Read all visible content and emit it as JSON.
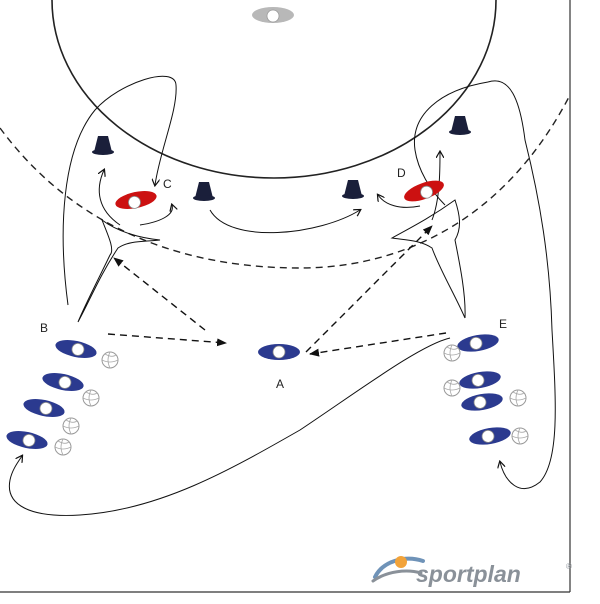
{
  "diagram": {
    "labels": {
      "A": "A",
      "B": "B",
      "C": "C",
      "D": "D",
      "E": "E"
    },
    "colors": {
      "court_line": "#222222",
      "player_blue": "#2b3a8f",
      "player_red": "#cc1111",
      "cone": "#1a1f3a",
      "ball_outline": "#aaaaaa",
      "logo_grey": "#8a9199",
      "logo_orange": "#f2a33a",
      "logo_blue": "#6f93b8"
    }
  },
  "branding": {
    "logo_text": "sportplan",
    "registered_mark": "®"
  }
}
